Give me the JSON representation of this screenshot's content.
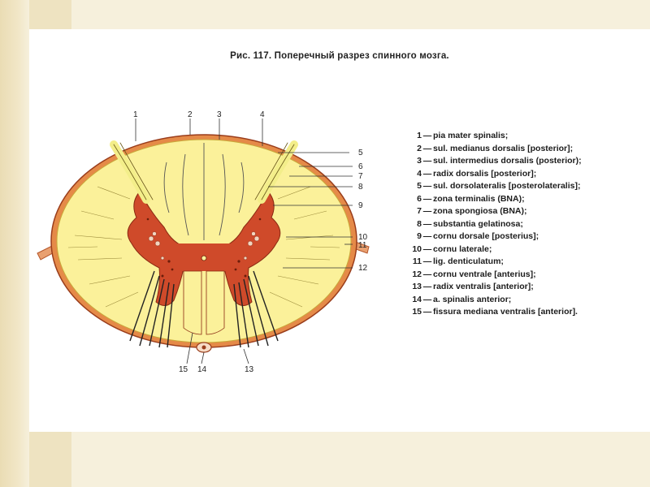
{
  "caption": "Рис. 117. Поперечный разрез спинного мозга.",
  "diagram": {
    "labels": [
      "1",
      "2",
      "3",
      "4",
      "5",
      "6",
      "7",
      "8",
      "9",
      "10",
      "11",
      "12",
      "13",
      "14",
      "15"
    ]
  },
  "legend": [
    {
      "num": "1",
      "text": "pia mater spinalis;"
    },
    {
      "num": "2",
      "text": "sul. medianus dorsalis [posterior];"
    },
    {
      "num": "3",
      "text": "sul. intermedius dorsalis (posterior);"
    },
    {
      "num": "4",
      "text": "radix dorsalis [posterior];"
    },
    {
      "num": "5",
      "text": "sul. dorsolateralis [posterolateralis];"
    },
    {
      "num": "6",
      "text": "zona terminalis (BNA);"
    },
    {
      "num": "7",
      "text": "zona spongiosa (BNA);"
    },
    {
      "num": "8",
      "text": "substantia gelatinosa;"
    },
    {
      "num": "9",
      "text": "cornu dorsale [posterius];"
    },
    {
      "num": "10",
      "text": "cornu laterale;"
    },
    {
      "num": "11",
      "text": "lig. denticulatum;"
    },
    {
      "num": "12",
      "text": "cornu ventrale [anterius];"
    },
    {
      "num": "13",
      "text": "radix ventralis [anterior];"
    },
    {
      "num": "14",
      "text": "a. spinalis anterior;"
    },
    {
      "num": "15",
      "text": "fissura mediana ventralis [anterior]."
    }
  ],
  "colors": {
    "white_matter": "#fbf19a",
    "grey_matter": "#cf4a2a",
    "pia_mater": "#e07a3a",
    "roots": "#222222"
  }
}
